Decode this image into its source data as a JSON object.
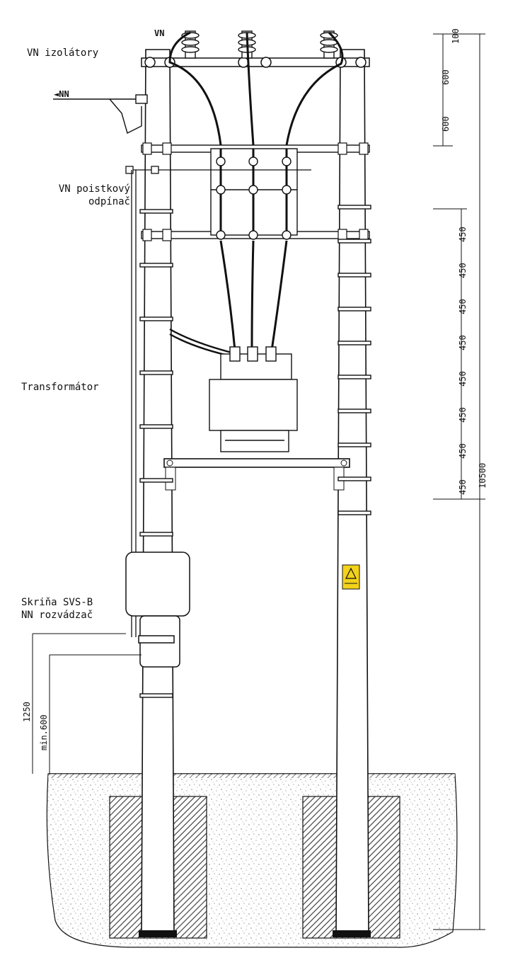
{
  "labels": {
    "vn_top": "VN",
    "vn_izolatory": "VN izolátory",
    "nn_feed": "◄NN",
    "vn_poistkovy_1": "VN poistkový",
    "vn_poistkovy_2": "odpínač",
    "transformator": "Transformátor",
    "skrina_1": "Skriňa SVS-B",
    "skrina_2": "NN rozvádzač"
  },
  "dimensions": {
    "right_top": [
      "100",
      "600",
      "600"
    ],
    "right_ladder": [
      "450",
      "450",
      "450",
      "450",
      "450",
      "450",
      "450",
      "450"
    ],
    "total": "10500",
    "left_1250": "1250",
    "left_min600": "min.600"
  },
  "colors": {
    "ink": "#111111",
    "hatch": "#333333",
    "warning": "#f2d21b"
  }
}
